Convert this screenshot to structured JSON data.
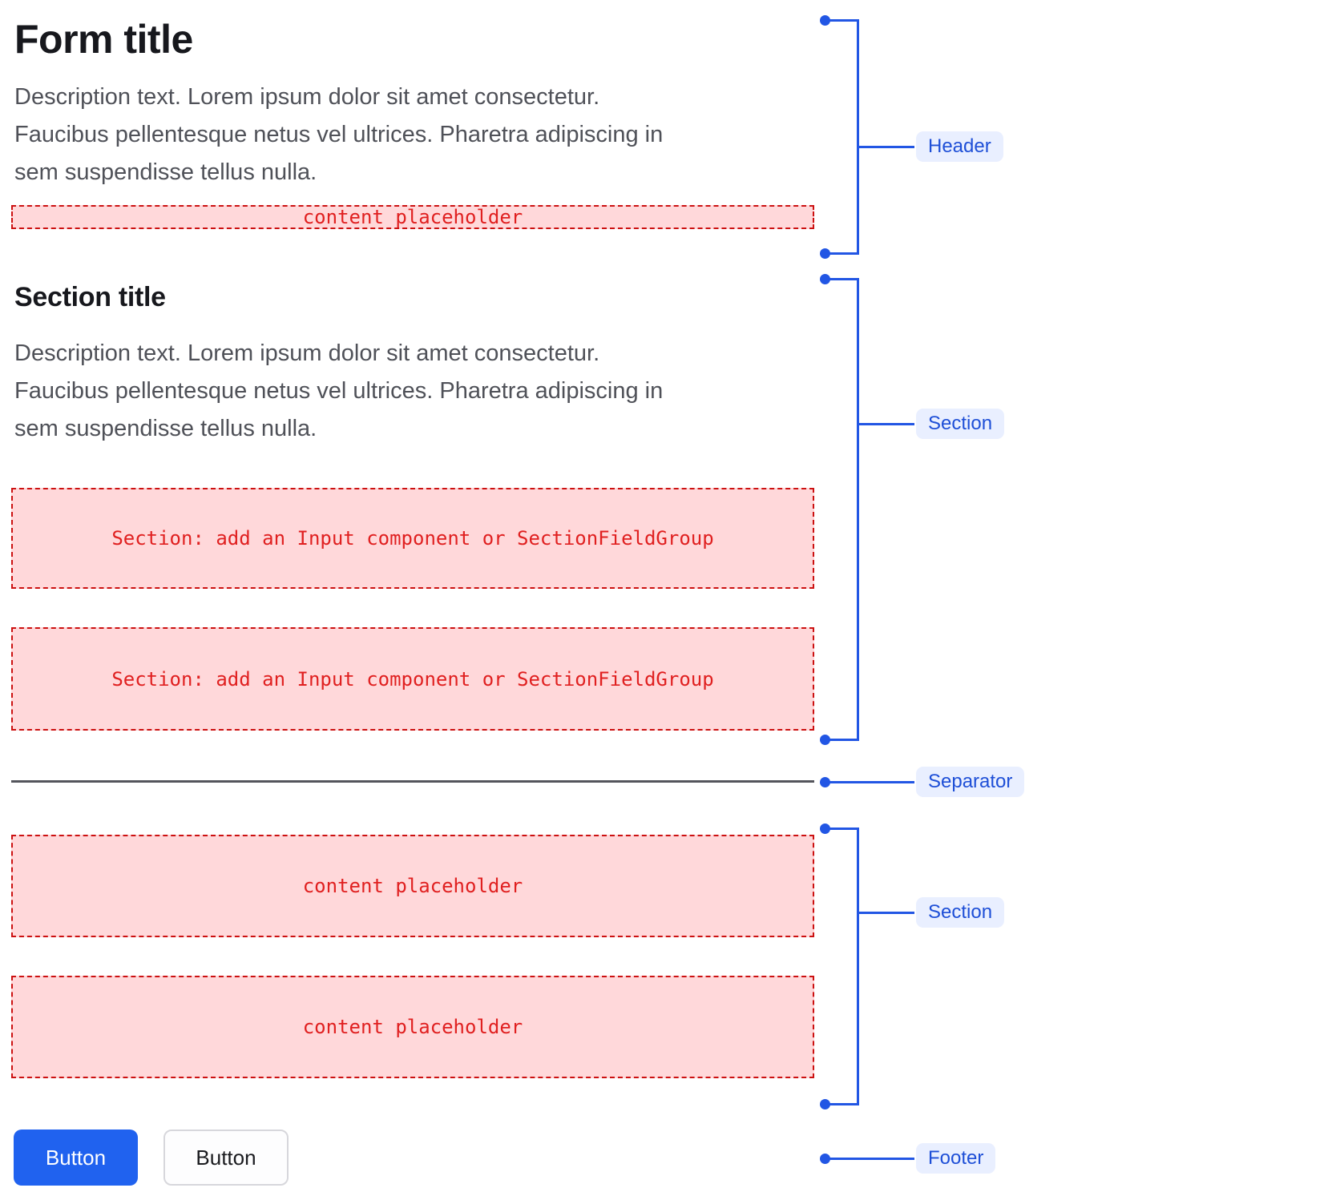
{
  "form": {
    "title": "Form title",
    "description_lines": [
      "Description text. Lorem ipsum dolor sit amet consectetur.",
      "Faucibus pellentesque netus vel ultrices. Pharetra adipiscing in",
      "sem suspendisse tellus nulla."
    ],
    "header_placeholder": "content placeholder"
  },
  "section": {
    "title": "Section title",
    "description_lines": [
      "Description text. Lorem ipsum dolor sit amet consectetur.",
      "Faucibus pellentesque netus vel ultrices. Pharetra adipiscing in",
      "sem suspendisse tellus nulla."
    ],
    "field_placeholder": "Section: add an Input component or SectionFieldGroup"
  },
  "section2": {
    "placeholder": "content placeholder"
  },
  "footer": {
    "primary_button_label": "Button",
    "secondary_button_label": "Button"
  },
  "annotations": {
    "header_label": "Header",
    "section_label": "Section",
    "separator_label": "Separator",
    "section2_label": "Section",
    "footer_label": "Footer"
  },
  "colors": {
    "annotation_blue": "#2256e4",
    "annotation_label_bg": "#e9efff",
    "annotation_label_text": "#1e4fd7",
    "placeholder_bg": "#ffd8da",
    "placeholder_border": "#cc1111",
    "placeholder_text": "#e02020",
    "primary_button_bg": "#2062ef",
    "primary_button_text": "#ffffff",
    "secondary_button_bg": "#fdfdfe",
    "separator_color": "#54555c",
    "title_color": "#17181d",
    "description_color": "#4f5158"
  }
}
